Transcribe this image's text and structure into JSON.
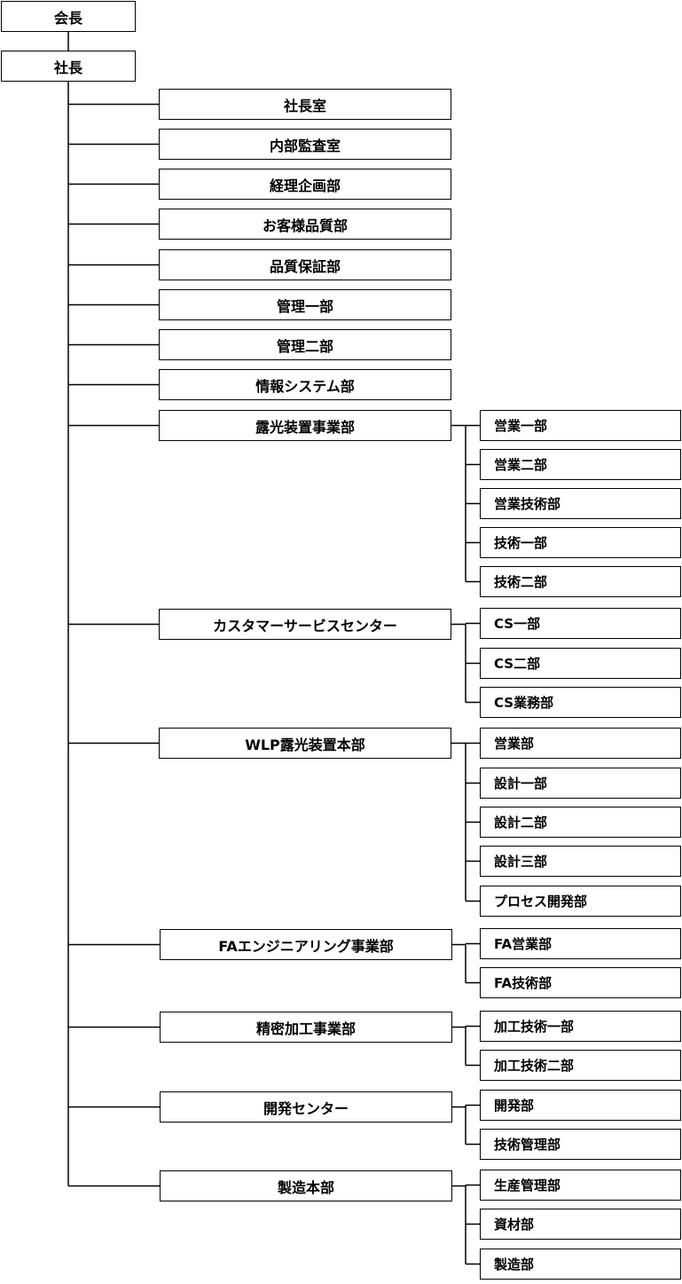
{
  "org_chart": {
    "chairman": "会長",
    "president": "社長",
    "departments": [
      {
        "name": "社長室",
        "subs": []
      },
      {
        "name": "内部監査室",
        "subs": []
      },
      {
        "name": "経理企画部",
        "subs": []
      },
      {
        "name": "お客様品質部",
        "subs": []
      },
      {
        "name": "品質保証部",
        "subs": []
      },
      {
        "name": "管理一部",
        "subs": []
      },
      {
        "name": "管理二部",
        "subs": []
      },
      {
        "name": "情報システム部",
        "subs": []
      },
      {
        "name": "露光装置事業部",
        "subs": [
          "営業一部",
          "営業二部",
          "営業技術部",
          "技術一部",
          "技術二部"
        ]
      },
      {
        "name": "カスタマーサービスセンター",
        "subs": [
          "CS一部",
          "CS二部",
          "CS業務部"
        ]
      },
      {
        "name": "WLP露光装置本部",
        "subs": [
          "営業部",
          "設計一部",
          "設計二部",
          "設計三部",
          "プロセス開発部"
        ]
      },
      {
        "name": "FAエンジニアリング事業部",
        "subs": [
          "FA営業部",
          "FA技術部"
        ]
      },
      {
        "name": "精密加工事業部",
        "subs": [
          "加工技術一部",
          "加工技術二部"
        ]
      },
      {
        "name": "開発センター",
        "subs": [
          "開発部",
          "技術管理部"
        ]
      },
      {
        "name": "製造本部",
        "subs": [
          "生産管理部",
          "資材部",
          "製造部"
        ]
      }
    ]
  }
}
